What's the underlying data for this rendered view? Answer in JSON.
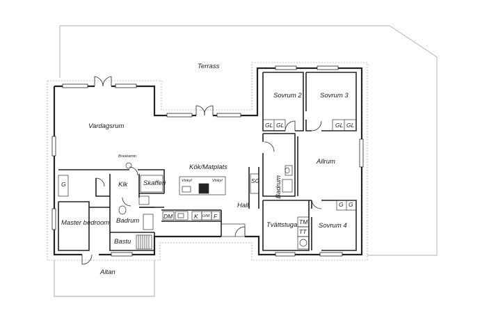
{
  "rooms": {
    "terrass": "Terrass",
    "vardagsrum": "Vardagsrum",
    "sovrum2": "Sovrum 2",
    "sovrum3": "Sovrum 3",
    "allrum": "Allrum",
    "kok_matplats": "Kök/Matplats",
    "badrum_right": "Badrum",
    "hall": "Hall",
    "tvattstuga": "Tvättstuga",
    "sovrum4": "Sovrum 4",
    "master_bedroom": "Master bedroom",
    "badrum_left": "Badrum",
    "bastu": "Bastu",
    "klk": "Klk",
    "skafferi": "Skafferi",
    "altan": "Altan"
  },
  "fixtures": {
    "braskamin": "Braskamin",
    "gl1": "GL",
    "gl2": "GL",
    "gl3": "GL",
    "gl4": "GL",
    "g_master": "G",
    "sg": "SG",
    "dm": "DM",
    "k": "K",
    "ugn_mikro": "U/M",
    "f": "F",
    "tm": "TM",
    "tt": "TT",
    "g1": "G",
    "g2": "G",
    "vinkyl1": "Vinkyl",
    "vinkyl2": "Vinkyl"
  },
  "colors": {
    "wall": "#222222",
    "outline": "#999999",
    "dashed": "#888888"
  }
}
